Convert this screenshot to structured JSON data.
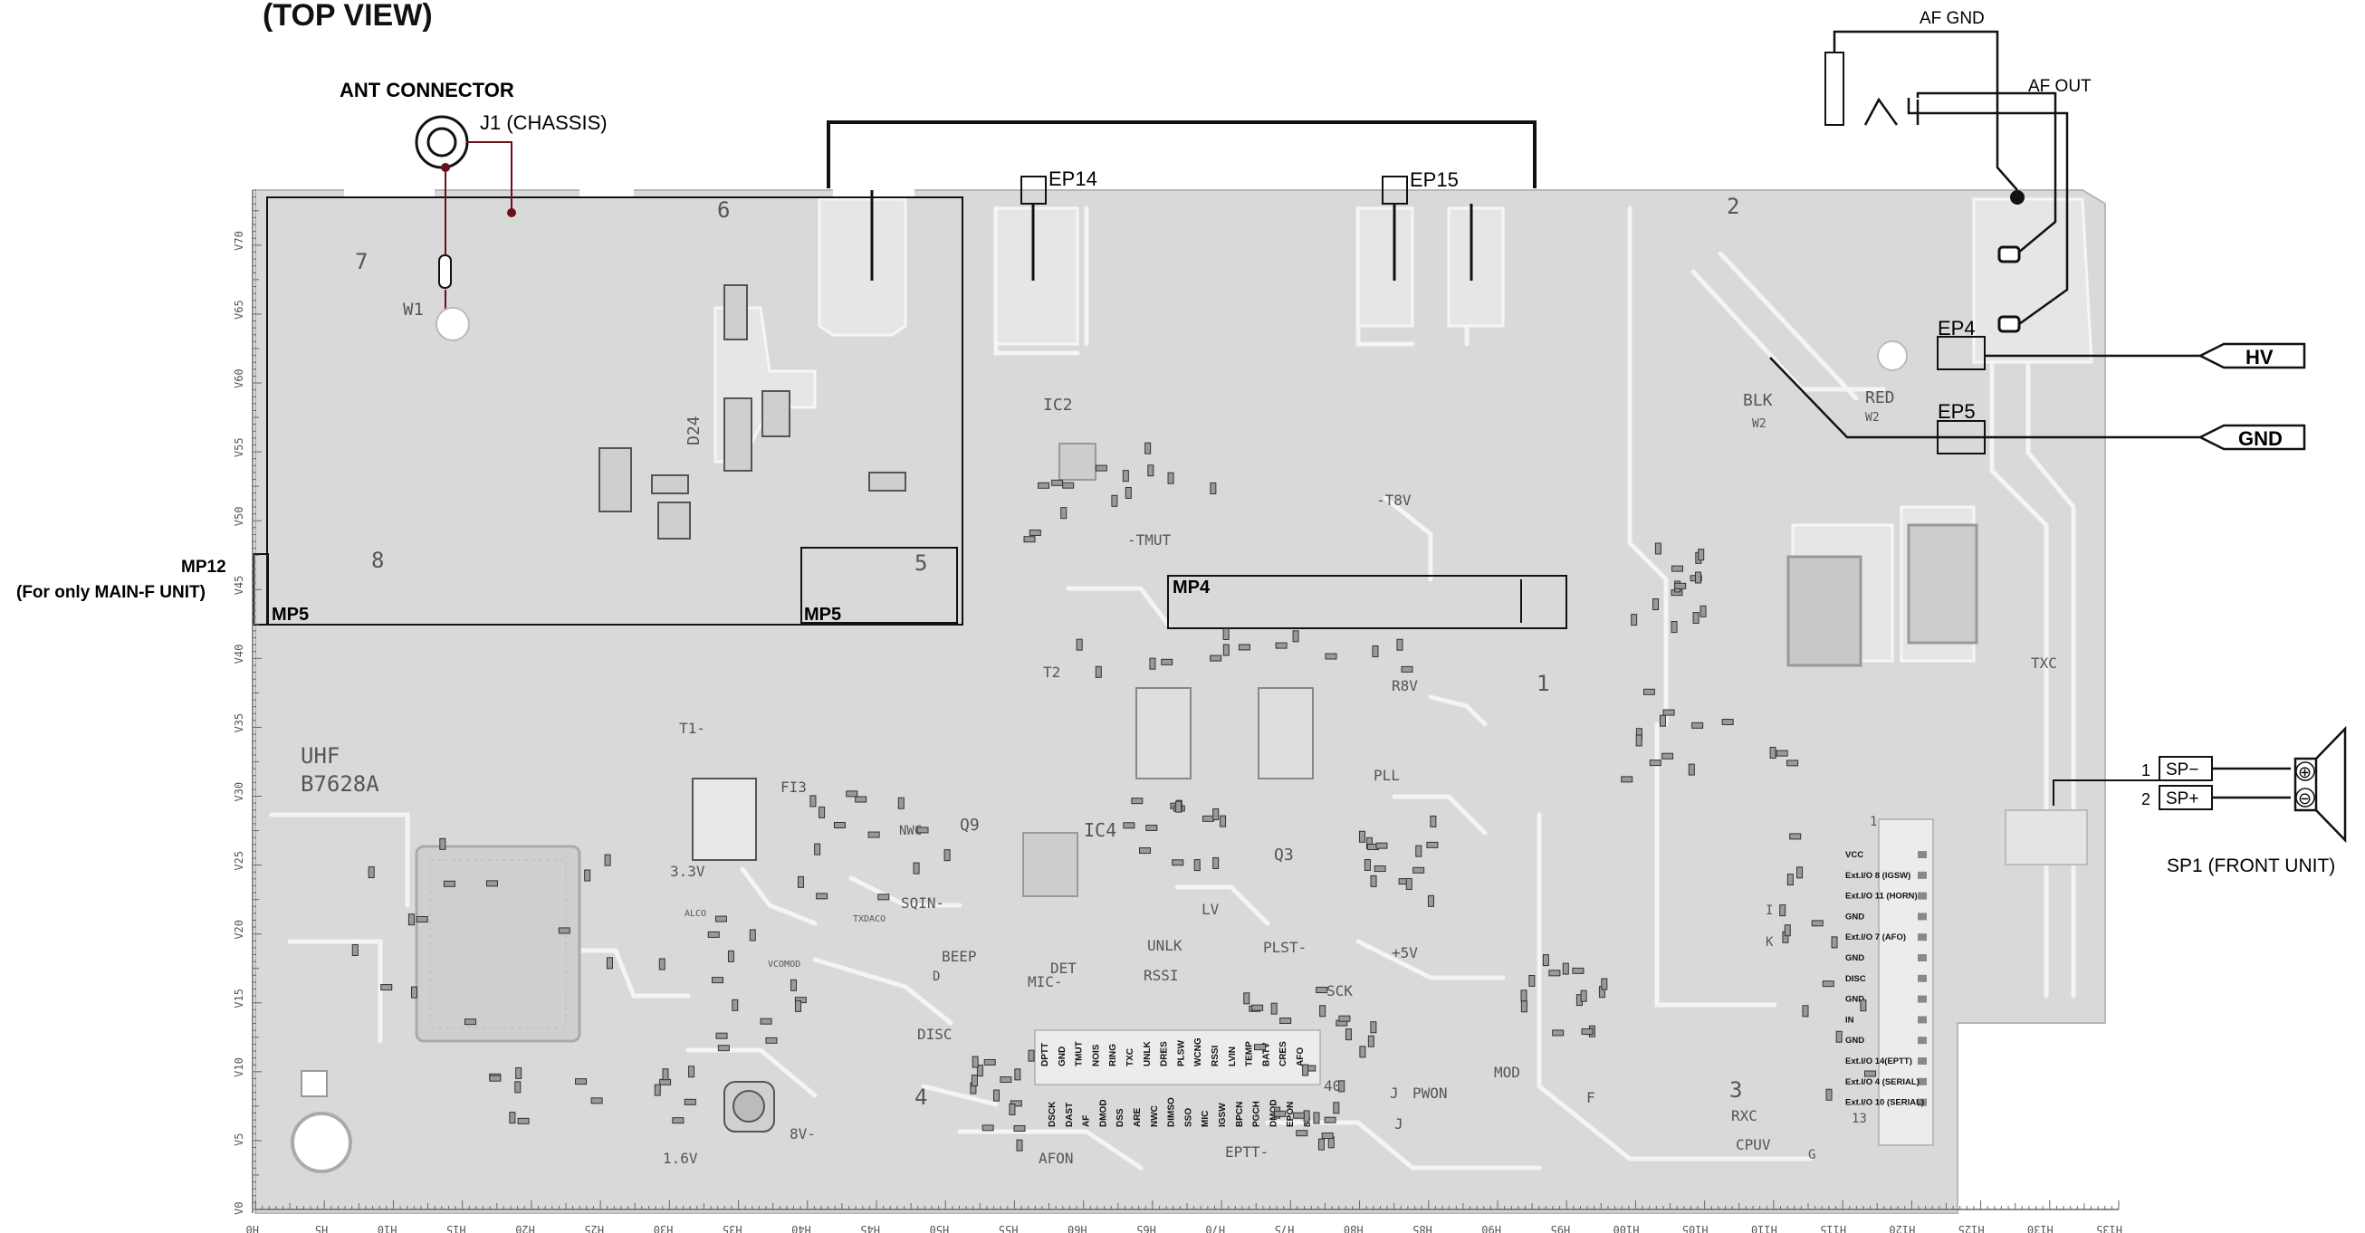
{
  "title": "(TOP VIEW)",
  "labels": {
    "ant_connector": "ANT CONNECTOR",
    "j1": "J1 (CHASSIS)",
    "w1": "W1",
    "d24": "D24",
    "ep14": "EP14",
    "ep15": "EP15",
    "af_gnd": "AF GND",
    "af_out": "AF OUT",
    "ep4": "EP4",
    "ep5": "EP5",
    "hv": "HV",
    "gnd": "GND",
    "blk": "BLK",
    "red": "RED",
    "w2a": "W2",
    "w2b": "W2",
    "mp12": "MP12",
    "mp12_note": "(For only MAIN-F UNIT)",
    "mp5a": "MP5",
    "mp5b": "MP5",
    "mp4": "MP4",
    "uhf": "UHF",
    "model": "B7628A",
    "ic2": "IC2",
    "ic4": "IC4",
    "q3": "Q3",
    "q9": "Q9",
    "fi3": "FI3",
    "t1": "T1-",
    "t2": "T2",
    "tmut": "-TMUT",
    "t8v": "-T8V",
    "r8v": "R8V",
    "pll": "PLL",
    "v33": "3.3V",
    "v5": "+5V",
    "v16": "1.6V",
    "v8": "8V-",
    "sqin": "SQIN-",
    "beep": "BEEP",
    "det": "DET",
    "mic": "MIC-",
    "rssi": "RSSI",
    "unlk": "UNLK",
    "lv": "LV",
    "plst": "PLST-",
    "sck": "SCK",
    "disc": "DISC",
    "afon": "AFON",
    "eptt": "EPTT-",
    "pwon": "PWON",
    "mod": "MOD",
    "rxc": "RXC",
    "cpuv": "CPUV",
    "txc": "TXC",
    "nwc": "NWC",
    "txdaco": "TXDACO",
    "vcomod": "VCOMOD",
    "alco": "ALCO",
    "sp_minus": "SP−",
    "sp_plus": "SP+",
    "pin1": "1",
    "pin2": "2",
    "sp1": "SP1 (FRONT UNIT)",
    "plus_sym": "⊕",
    "minus_sym": "⊖",
    "area_1": "1",
    "area_2": "2",
    "area_3": "3",
    "area_4": "4",
    "area_5": "5",
    "area_6": "6",
    "area_7": "7",
    "area_8": "8",
    "conn_pin1": "1",
    "conn_pin13": "13",
    "j_a": "J",
    "j_b": "J",
    "f_lbl": "F",
    "g_lbl": "G",
    "i_lbl": "I",
    "k_lbl": "K",
    "d_lbl": "D",
    "pin40": "40"
  },
  "connector_pins": [
    "VCC",
    "Ext.I/O 8 (IGSW)",
    "Ext.I/O 11 (HORN)",
    "GND",
    "Ext.I/O 7 (AFO)",
    "GND",
    "DISC",
    "GND",
    "IN",
    "GND",
    "Ext.I/O 14(EPTT)",
    "Ext.I/O 4 (SERIAL)",
    "Ext.I/O 10 (SERIAL)"
  ],
  "pin_labels_top": [
    "DPTT",
    "GND",
    "TMUT",
    "NOIS",
    "RING",
    "TXC",
    "UNLK",
    "DRES",
    "PLSW",
    "WCNG",
    "RSSI",
    "LVIN",
    "TEMP",
    "BATV",
    "CRES",
    "AFO"
  ],
  "pin_labels_bottom": [
    "DSCK",
    "DAST",
    "AF",
    "DMOD",
    "DSS",
    "ARE",
    "NWC",
    "DIMSO",
    "SSO",
    "MIC",
    "IGSW",
    "BPCN",
    "PGCH",
    "DMOD",
    "EPON",
    "8V"
  ],
  "axis_bottom": [
    "H0",
    "H5",
    "H10",
    "H15",
    "H20",
    "H25",
    "H30",
    "H35",
    "H40",
    "H45",
    "H50",
    "H55",
    "H60",
    "H65",
    "H70",
    "H75",
    "H80",
    "H85",
    "H90",
    "H95",
    "H100",
    "H105",
    "H110",
    "H115",
    "H120",
    "H125",
    "H130",
    "H135"
  ],
  "axis_left": [
    "V0",
    "V5",
    "V10",
    "V15",
    "V20",
    "V25",
    "V30",
    "V35",
    "V40",
    "V45",
    "V50",
    "V55",
    "V60",
    "V65",
    "V70"
  ],
  "colors": {
    "board": "#d9d9d9",
    "trace": "#f2f2f2",
    "ink": "#111111",
    "lead": "#000000",
    "via": "#6b0f1a"
  }
}
